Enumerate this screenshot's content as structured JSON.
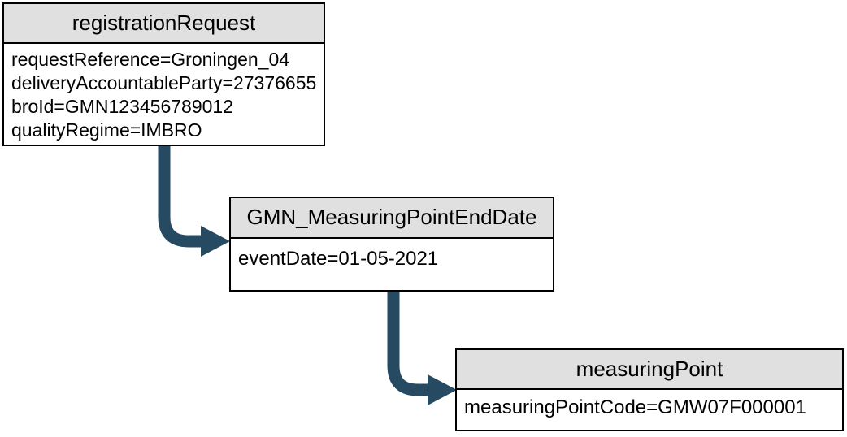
{
  "diagram": {
    "colors": {
      "arrow": "#254a61",
      "node_header_bg": "#e0e0e0",
      "node_border": "#000000",
      "background": "#ffffff"
    },
    "nodes": [
      {
        "title": "registrationRequest",
        "attributes": [
          "requestReference=Groningen_04",
          "deliveryAccountableParty=27376655",
          "broId=GMN123456789012",
          "qualityRegime=IMBRO"
        ]
      },
      {
        "title": "GMN_MeasuringPointEndDate",
        "attributes": [
          "eventDate=01-05-2021"
        ]
      },
      {
        "title": "measuringPoint",
        "attributes": [
          "measuringPointCode=GMW07F000001"
        ]
      }
    ],
    "edges": [
      {
        "from": "registrationRequest",
        "to": "GMN_MeasuringPointEndDate"
      },
      {
        "from": "GMN_MeasuringPointEndDate",
        "to": "measuringPoint"
      }
    ]
  }
}
